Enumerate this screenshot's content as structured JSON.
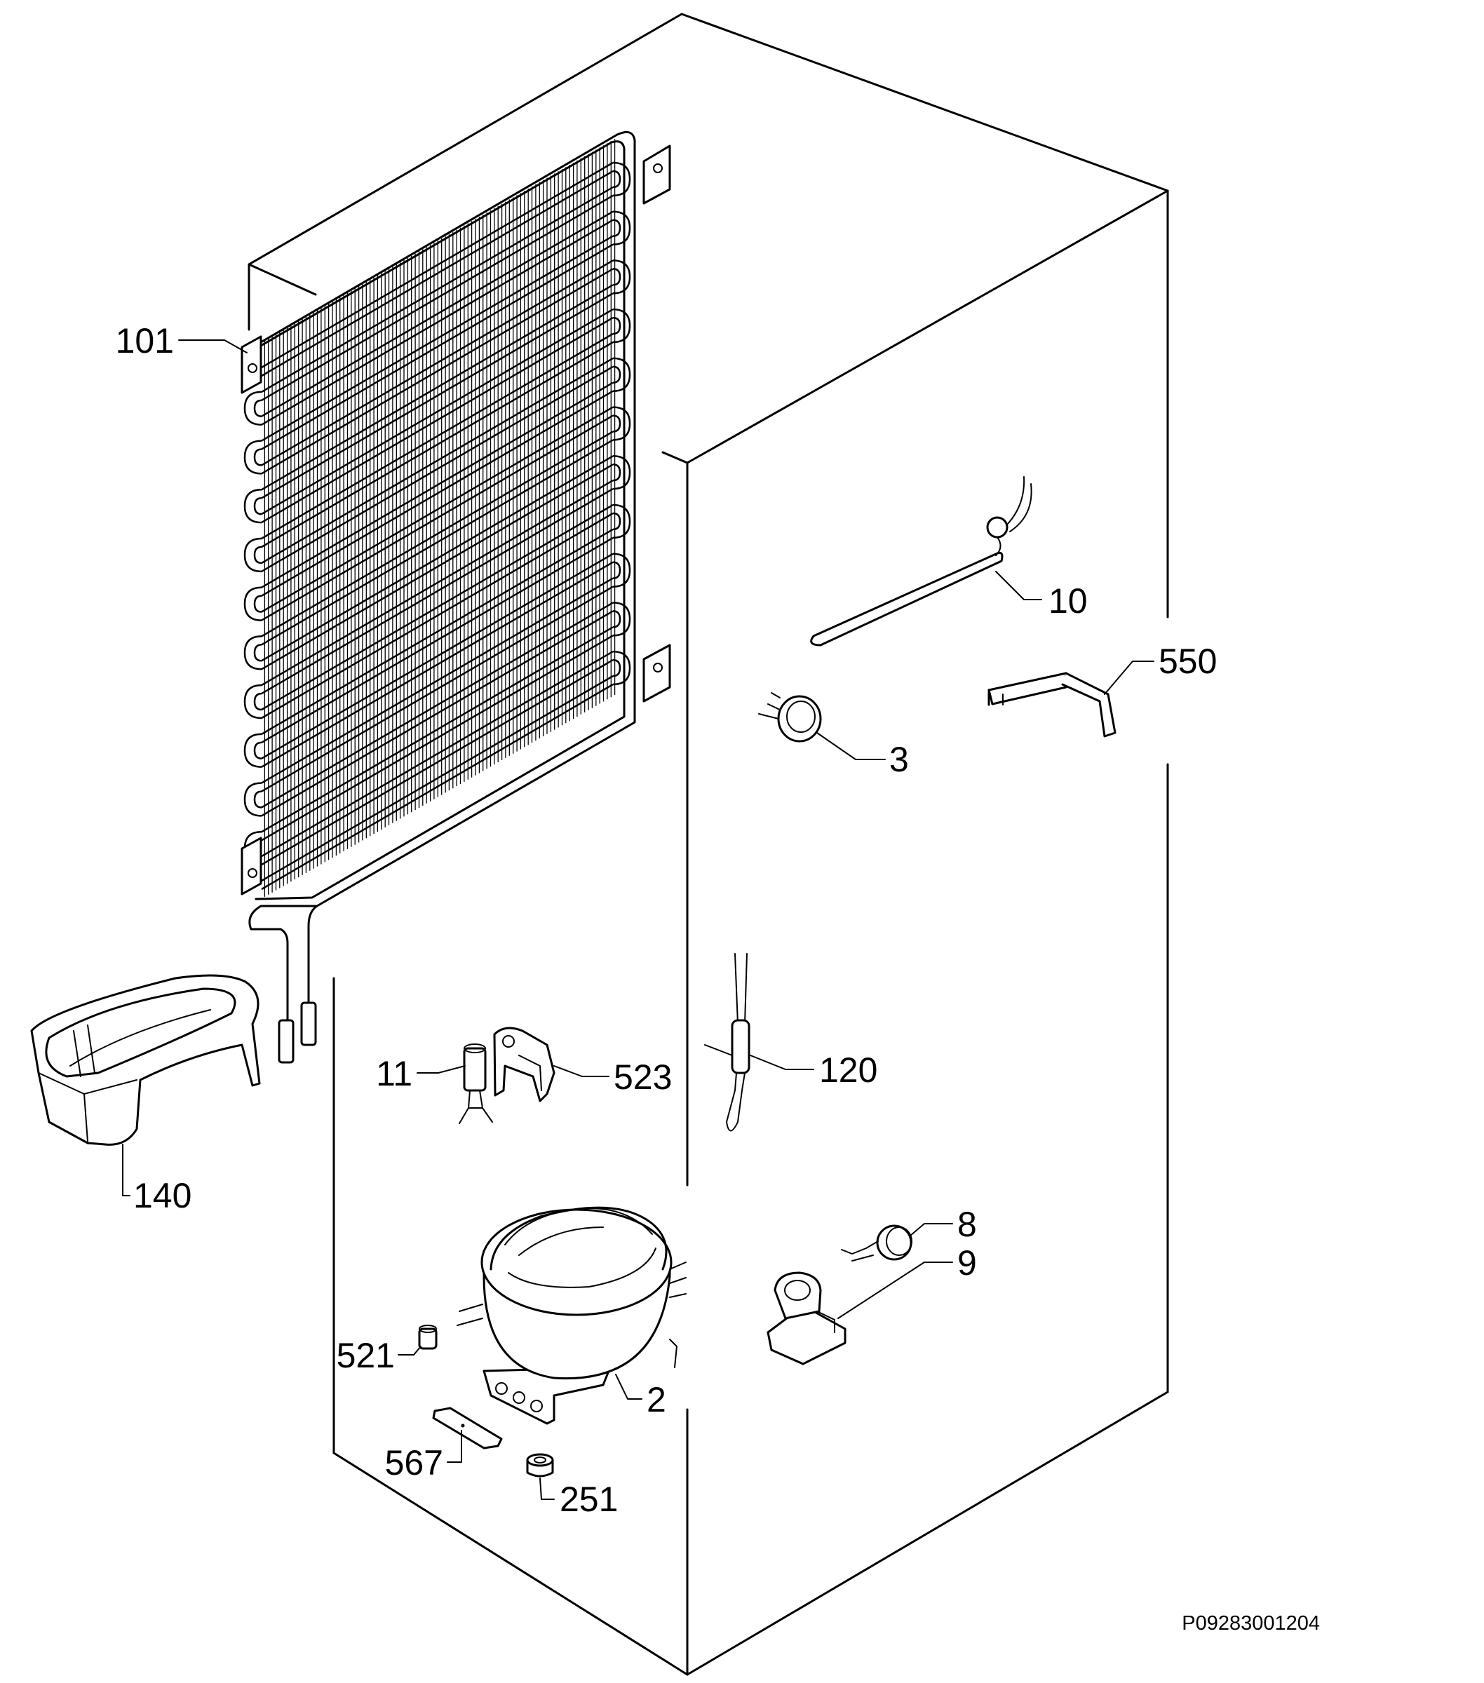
{
  "diagram": {
    "drawing_number": "P09283001204",
    "callouts": [
      {
        "id": "condenser",
        "label": "101"
      },
      {
        "id": "thermostat-capillary",
        "label": "10"
      },
      {
        "id": "bracket",
        "label": "550"
      },
      {
        "id": "overload-protector",
        "label": "3"
      },
      {
        "id": "solenoid-valve",
        "label": "11"
      },
      {
        "id": "valve-bracket",
        "label": "523"
      },
      {
        "id": "filter-drier",
        "label": "120"
      },
      {
        "id": "drip-tray",
        "label": "140"
      },
      {
        "id": "relay",
        "label": "8"
      },
      {
        "id": "relay-clip",
        "label": "9"
      },
      {
        "id": "compressor-grommet",
        "label": "521"
      },
      {
        "id": "compressor",
        "label": "2"
      },
      {
        "id": "mounting-plate",
        "label": "567"
      },
      {
        "id": "rubber-foot",
        "label": "251"
      }
    ]
  }
}
